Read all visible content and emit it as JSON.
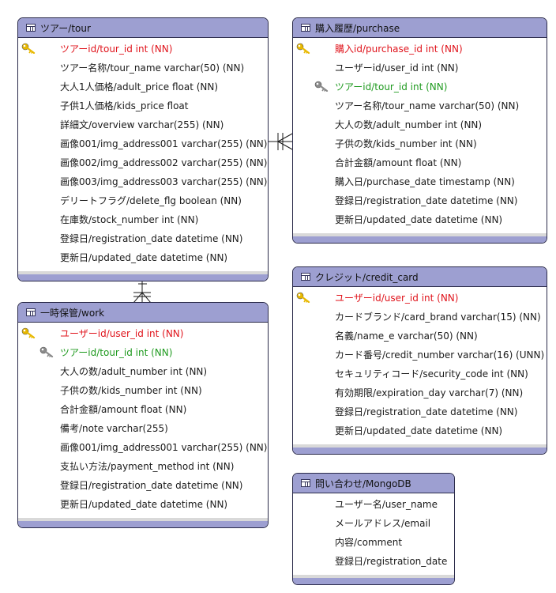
{
  "colors": {
    "header_bg": "#9d9fd1",
    "border": "#2b2b4a",
    "primary_key": "#e0141c",
    "foreign_key": "#1f9a1f",
    "pk_icon": "#e8b800",
    "fk_icon": "#8a8a8a"
  },
  "entities": {
    "tour": {
      "title": "ツアー/tour",
      "fields": [
        {
          "text": "ツアーid/tour_id int (NN)",
          "kind": "pk"
        },
        {
          "text": "ツアー名称/tour_name varchar(50) (NN)",
          "kind": "normal"
        },
        {
          "text": "大人1人価格/adult_price float (NN)",
          "kind": "normal"
        },
        {
          "text": "子供1人価格/kids_price float",
          "kind": "normal"
        },
        {
          "text": "詳細文/overview varchar(255) (NN)",
          "kind": "normal"
        },
        {
          "text": "画像001/img_address001 varchar(255) (NN)",
          "kind": "normal"
        },
        {
          "text": "画像002/img_address002 varchar(255) (NN)",
          "kind": "normal"
        },
        {
          "text": "画像003/img_address003 varchar(255) (NN)",
          "kind": "normal"
        },
        {
          "text": "デリートフラグ/delete_flg boolean (NN)",
          "kind": "normal"
        },
        {
          "text": "在庫数/stock_number int (NN)",
          "kind": "normal"
        },
        {
          "text": "登録日/registration_date datetime (NN)",
          "kind": "normal"
        },
        {
          "text": "更新日/updated_date datetime (NN)",
          "kind": "normal"
        }
      ]
    },
    "purchase": {
      "title": "購入履歴/purchase",
      "fields": [
        {
          "text": "購入id/purchase_id int (NN)",
          "kind": "pk"
        },
        {
          "text": "ユーザーid/user_id int (NN)",
          "kind": "normal"
        },
        {
          "text": "ツアーid/tour_id int (NN)",
          "kind": "fk"
        },
        {
          "text": "ツアー名称/tour_name varchar(50) (NN)",
          "kind": "normal"
        },
        {
          "text": "大人の数/adult_number int (NN)",
          "kind": "normal"
        },
        {
          "text": "子供の数/kids_number int (NN)",
          "kind": "normal"
        },
        {
          "text": "合計金額/amount float (NN)",
          "kind": "normal"
        },
        {
          "text": "購入日/purchase_date timestamp (NN)",
          "kind": "normal"
        },
        {
          "text": "登録日/registration_date datetime (NN)",
          "kind": "normal"
        },
        {
          "text": "更新日/updated_date datetime (NN)",
          "kind": "normal"
        }
      ]
    },
    "work": {
      "title": "一時保管/work",
      "fields": [
        {
          "text": "ユーザーid/user_id int (NN)",
          "kind": "pk"
        },
        {
          "text": "ツアーid/tour_id int (NN)",
          "kind": "fk"
        },
        {
          "text": "大人の数/adult_number int (NN)",
          "kind": "normal"
        },
        {
          "text": "子供の数/kids_number int (NN)",
          "kind": "normal"
        },
        {
          "text": "合計金額/amount float (NN)",
          "kind": "normal"
        },
        {
          "text": "備考/note varchar(255)",
          "kind": "normal"
        },
        {
          "text": "画像001/img_address001 varchar(255) (NN)",
          "kind": "normal"
        },
        {
          "text": "支払い方法/payment_method int (NN)",
          "kind": "normal"
        },
        {
          "text": "登録日/registration_date datetime (NN)",
          "kind": "normal"
        },
        {
          "text": "更新日/updated_date datetime (NN)",
          "kind": "normal"
        }
      ]
    },
    "credit_card": {
      "title": "クレジット/credit_card",
      "fields": [
        {
          "text": "ユーザーid/user_id int (NN)",
          "kind": "pk"
        },
        {
          "text": "カードブランド/card_brand varchar(15) (NN)",
          "kind": "normal"
        },
        {
          "text": "名義/name_e varchar(50) (NN)",
          "kind": "normal"
        },
        {
          "text": "カード番号/credit_number varchar(16) (UNN)",
          "kind": "normal"
        },
        {
          "text": "セキュリティコード/security_code int (NN)",
          "kind": "normal"
        },
        {
          "text": "有効期限/expiration_day varchar(7) (NN)",
          "kind": "normal"
        },
        {
          "text": "登録日/registration_date datetime (NN)",
          "kind": "normal"
        },
        {
          "text": "更新日/updated_date datetime (NN)",
          "kind": "normal"
        }
      ]
    },
    "mongodb": {
      "title": "問い合わせ/MongoDB",
      "fields": [
        {
          "text": "ユーザー名/user_name",
          "kind": "normal"
        },
        {
          "text": "メールアドレス/email",
          "kind": "normal"
        },
        {
          "text": "内容/comment",
          "kind": "normal"
        },
        {
          "text": "登録日/registration_date",
          "kind": "normal"
        }
      ]
    }
  },
  "relations": [
    {
      "from": "tour",
      "to": "purchase",
      "notation": "one-to-many"
    },
    {
      "from": "tour",
      "to": "work",
      "notation": "one-to-many"
    }
  ]
}
